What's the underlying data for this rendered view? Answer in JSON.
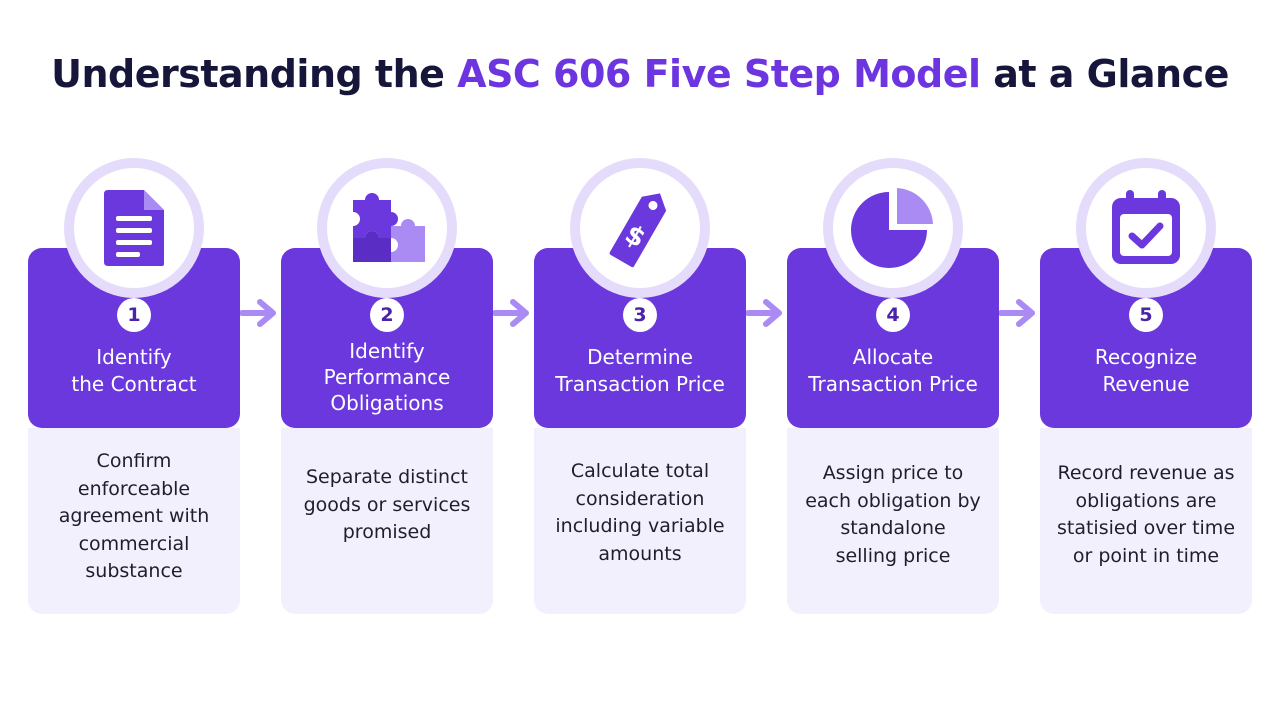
{
  "title": {
    "prefix": "Understanding the",
    "highlight": "ASC 606 Five Step Model",
    "suffix": "at a Glance"
  },
  "colors": {
    "accent": "#6c35e0",
    "card": "#6a38dc",
    "card_body": "#f3f0fd",
    "ring": "#e5dcfb",
    "arrow": "#a98bf3"
  },
  "steps": [
    {
      "number": "1",
      "icon": "document-icon",
      "title_lines": [
        "Identify",
        "the Contract"
      ],
      "desc_lines": [
        "Confirm",
        "enforceable",
        "agreement with",
        "commercial",
        "substance"
      ]
    },
    {
      "number": "2",
      "icon": "puzzle-icon",
      "title_lines": [
        "Identify",
        "Performance",
        "Obligations"
      ],
      "desc_lines": [
        "Separate distinct",
        "goods or services",
        "promised"
      ]
    },
    {
      "number": "3",
      "icon": "price-tag-icon",
      "title_lines": [
        "Determine",
        "Transaction Price"
      ],
      "desc_lines": [
        "Calculate total",
        "consideration",
        "including variable",
        "amounts"
      ]
    },
    {
      "number": "4",
      "icon": "pie-chart-icon",
      "title_lines": [
        "Allocate",
        "Transaction Price"
      ],
      "desc_lines": [
        "Assign price to",
        "each obligation by",
        "standalone",
        "selling price"
      ]
    },
    {
      "number": "5",
      "icon": "calendar-check-icon",
      "title_lines": [
        "Recognize",
        "Revenue"
      ],
      "desc_lines": [
        "Record revenue as",
        "obligations are",
        "statisied over time",
        "or point in time"
      ]
    }
  ]
}
